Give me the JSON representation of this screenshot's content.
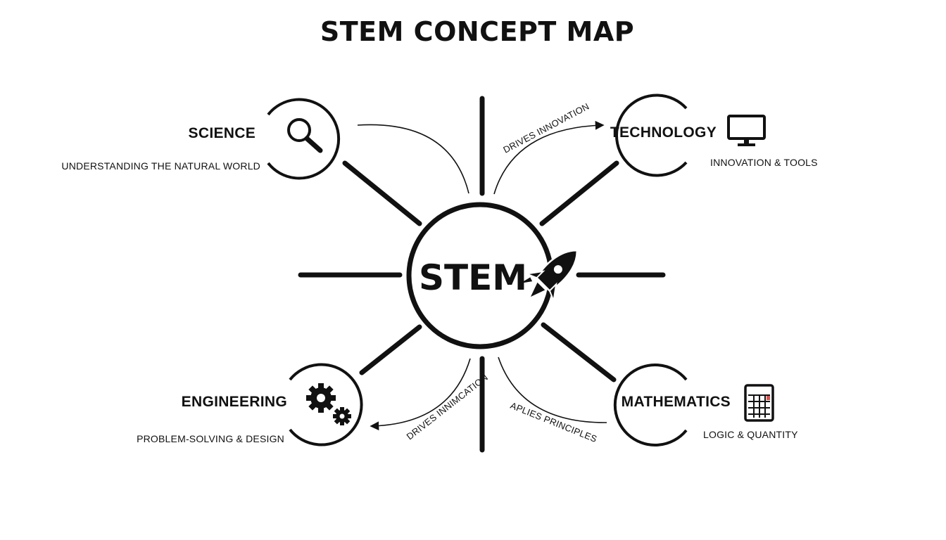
{
  "title": "STEM CONCEPT MAP",
  "hub": {
    "label": "STEM",
    "icon": "rocket-icon"
  },
  "nodes": {
    "science": {
      "label": "SCIENCE",
      "description": "UNDERSTANDING THE NATURAL WORLD",
      "icon": "magnifying-glass-icon"
    },
    "technology": {
      "label": "TECHNOLOGY",
      "description": "INNOVATION & TOOLS",
      "icon": "monitor-icon"
    },
    "engineering": {
      "label": "ENGINEERING",
      "description": "PROBLEM-SOLVING & DESIGN",
      "icon": "gears-icon"
    },
    "mathematics": {
      "label": "MATHEMATICS",
      "description": "LOGIC & QUANTITY",
      "icon": "calculator-icon"
    }
  },
  "edges": {
    "science_to_technology": "DRIVES INNOVATION",
    "hub_to_engineering": "DRIVES INNIMCATION",
    "mathematics_to_hub": "APLIES PRINCIPLES"
  },
  "colors": {
    "ink": "#111111",
    "background": "#ffffff",
    "calculator_accent": "#d9534f"
  }
}
